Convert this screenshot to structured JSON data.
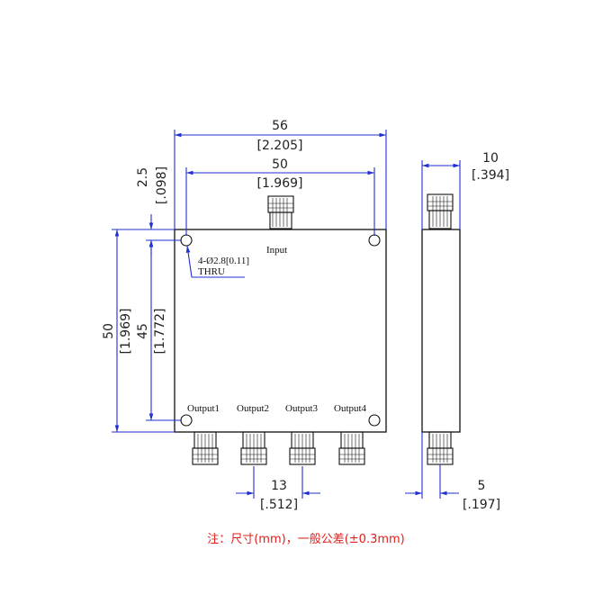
{
  "dimensions": {
    "overall_width": "56",
    "overall_width_in": "[2.205]",
    "hole_spacing": "50",
    "hole_spacing_in": "[1.969]",
    "edge_offset": "2.5",
    "edge_offset_in": "[.098]",
    "height": "50",
    "height_in": "[1.969]",
    "hole_vertical": "45",
    "hole_vertical_in": "[1.772]",
    "port_pitch": "13",
    "port_pitch_in": "[.512]",
    "thickness": "10",
    "thickness_in": "[.394]",
    "connector_offset": "5",
    "connector_offset_in": "[.197]"
  },
  "hole_callout": {
    "spec": "4-Ø2.8[0.11]",
    "thru": "THRU"
  },
  "ports": {
    "input": "Input",
    "outputs": [
      "Output1",
      "Output2",
      "Output3",
      "Output4"
    ]
  },
  "note": "注：尺寸(mm)，一般公差(±0.3mm)"
}
